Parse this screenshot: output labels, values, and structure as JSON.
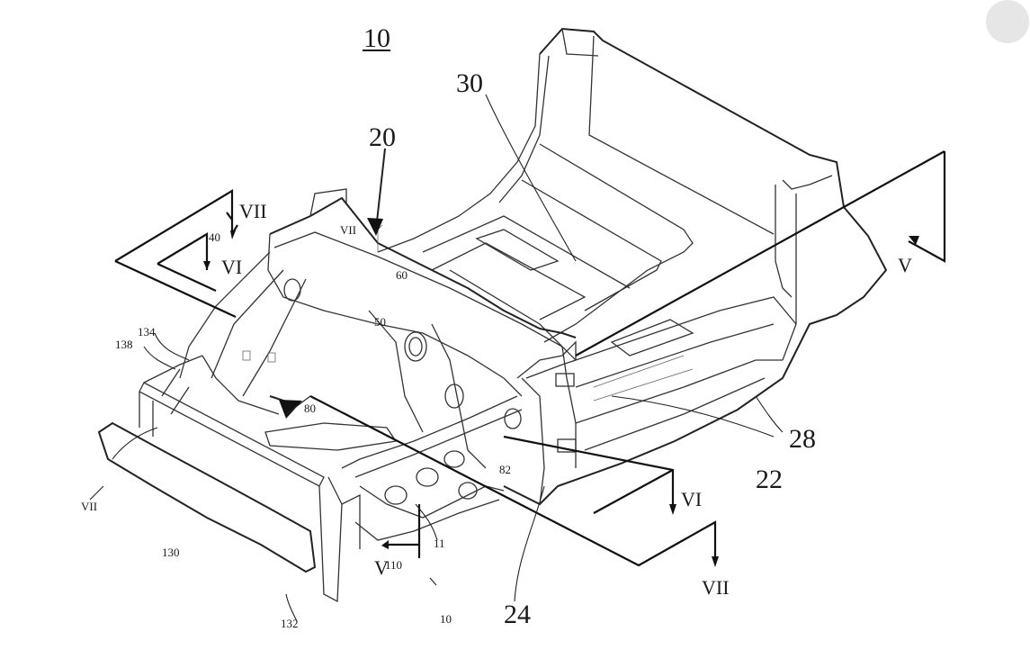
{
  "figure": {
    "ref_main": "10",
    "labels": {
      "n30": "30",
      "n20": "20",
      "n28": "28",
      "n22": "22",
      "n24": "24",
      "n50": "50",
      "n80": "80",
      "n82": "82",
      "n11": "11",
      "n10b": "10",
      "n110": "110",
      "n130": "130",
      "n132": "132",
      "n134": "134",
      "n138": "138",
      "n40": "40",
      "n60": "60",
      "vii_top": "VII",
      "vi_left": "VI",
      "v_right": "V",
      "vi_bottom": "VI",
      "vii_bottom": "VII",
      "v_bottom": "V",
      "vii_left": "VII",
      "vii_small": "VII"
    }
  }
}
